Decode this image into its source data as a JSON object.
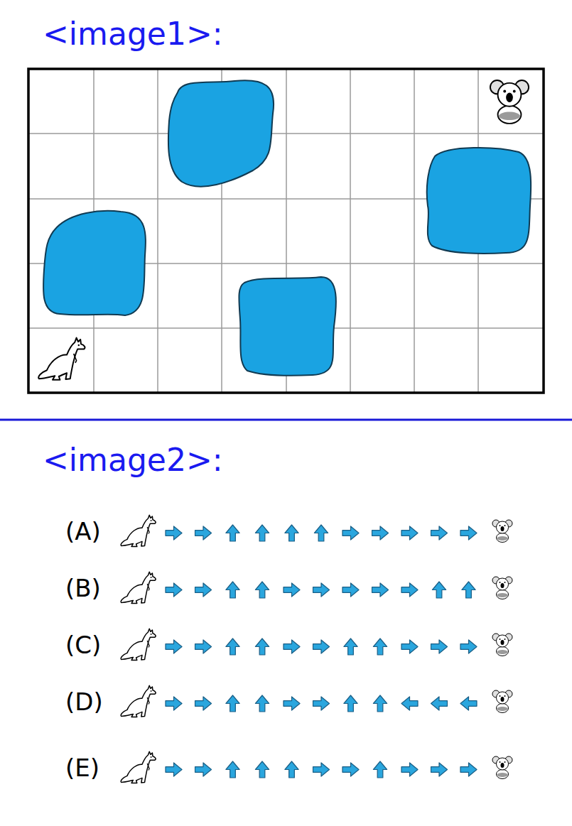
{
  "diagram": {
    "labels": [
      "<image1>:",
      "<image2>:",
      "(A)",
      "(B)",
      "(C)",
      "(D)",
      "(E)"
    ]
  }
}
